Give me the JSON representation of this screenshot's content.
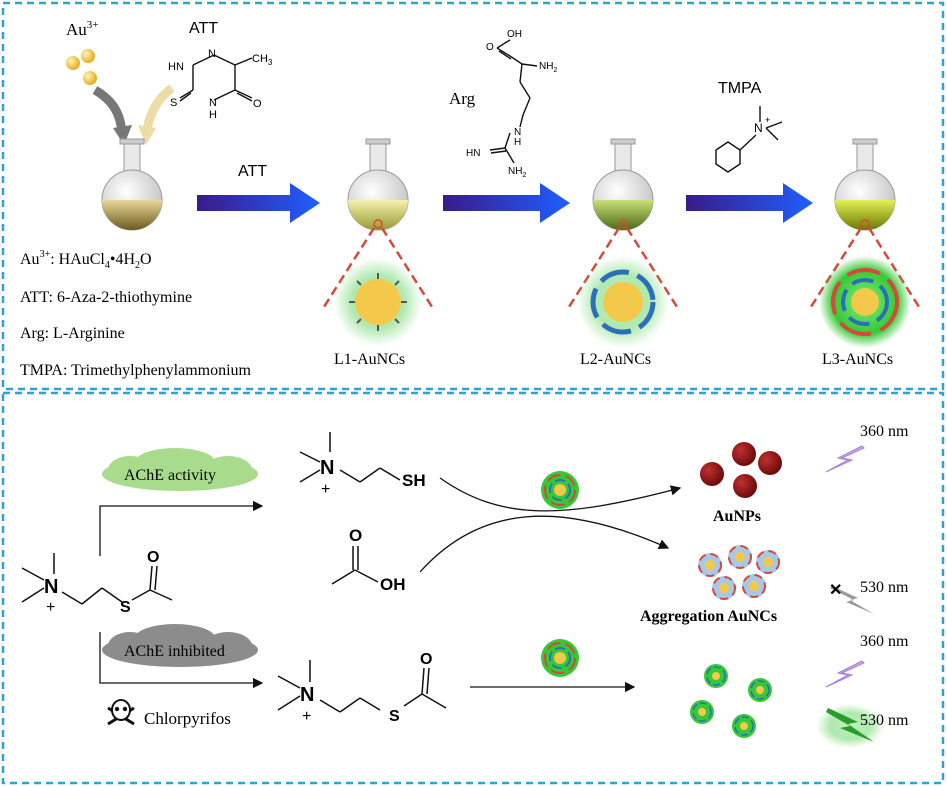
{
  "top": {
    "au_label": "Au",
    "au_sup": "3+",
    "att_title": "ATT",
    "att_methyl": "CH",
    "att_methyl_sub": "3",
    "att_hn": "HN",
    "att_n": "N",
    "att_s": "S",
    "att_nh": "N",
    "att_h": "H",
    "att_o": "O",
    "arrow1_label": "ATT",
    "arg_label": "Arg",
    "arg_o": "O",
    "arg_oh": "OH",
    "arg_nh2": "NH",
    "arg_nh2_sub": "2",
    "arg_nh": "N",
    "arg_nh_h": "H",
    "arg_hn": "HN",
    "arg_nh2b": "NH",
    "arg_nh2b_sub": "2",
    "tmpa_label": "TMPA",
    "tmpa_n": "N",
    "tmpa_plus": "+",
    "legend": {
      "au_prefix": "Au",
      "au_sup": "3+",
      "au_text": ": HAuCl",
      "au_sub4": "4",
      "au_text2": "•4H",
      "au_sub2": "2",
      "au_text3": "O",
      "att": "ATT: 6-Aza-2-thiothymine",
      "arg": "Arg: L-Arginine",
      "tmpa": "TMPA: Trimethylphenylammonium"
    },
    "product1": "L1-AuNCs",
    "product2": "L2-AuNCs",
    "product3": "L3-AuNCs"
  },
  "bottom": {
    "ache_activity": "AChE activity",
    "ache_inhibited": "AChE inhibited",
    "chlorpyrifos": "Chlorpyrifos",
    "acetylcholine_n": "N",
    "acetylcholine_plus": "+",
    "acetylcholine_s": "S",
    "acetylcholine_o": "O",
    "thiocholine_n": "N",
    "thiocholine_plus": "+",
    "thiocholine_sh": "SH",
    "acetic_o": "O",
    "acetic_oh": "OH",
    "acetylthio_n": "N",
    "acetylthio_plus": "+",
    "acetylthio_s": "S",
    "acetylthio_o": "O",
    "aunps_label": "AuNPs",
    "aggregation_label": "Aggregation AuNCs",
    "wl_360_a": "360 nm",
    "wl_530_a": "530 nm",
    "wl_360_b": "360 nm",
    "wl_530_b": "530 nm",
    "cross": "✕"
  },
  "colors": {
    "border": "#2ba3d6",
    "arrow_start": "#3a1a8a",
    "arrow_end": "#2060ff",
    "red_dash": "#d34a3a",
    "gold": "#f5c842",
    "aunp": "#8b1010",
    "green_glow": "#37c837"
  }
}
